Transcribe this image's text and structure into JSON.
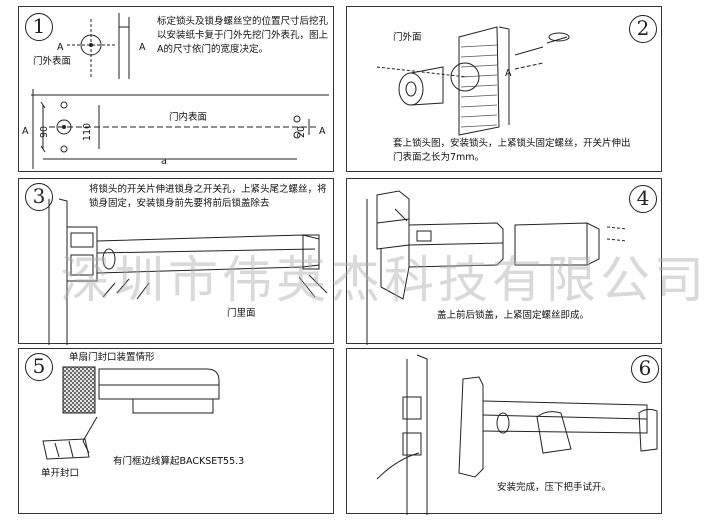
{
  "panel1": {
    "number": "1",
    "label_outer": "门外表面",
    "label_inner": "门内表面",
    "instructions": "标定锁头及锁身螺丝空的位置尺寸后挖孔以安装纸卡复于门外先挖门外表孔，图上A的尺寸依门的宽度决定。",
    "dim_a": "A",
    "dim_90": "90",
    "dim_110": "110",
    "dim_20": "20",
    "dim_small_a": "a"
  },
  "panel2": {
    "number": "2",
    "label_outer": "门外面",
    "dim_a": "A",
    "instructions": "套上锁头图，安装锁头，上紧锁头固定螺丝，开关片伸出门表面之长为7mm。"
  },
  "panel3": {
    "number": "3",
    "instructions": "将锁头的开关片伸进锁身之开关孔，上紧头尾之螺丝，将锁身固定，安装锁身前先要将前后锁盖除去",
    "label_inner": "门里面"
  },
  "panel4": {
    "number": "4",
    "instructions": "盖上前后锁盖，上紧固定螺丝即成。"
  },
  "panel5": {
    "number": "5",
    "title": "单扇门封口装置情形",
    "label_single": "单开封口",
    "label_backset": "有门框边线算起BACKSET55.3"
  },
  "panel6": {
    "number": "6",
    "instructions": "安装完成，压下把手试开。"
  },
  "watermark": "深圳市伟英杰科技有限公司"
}
